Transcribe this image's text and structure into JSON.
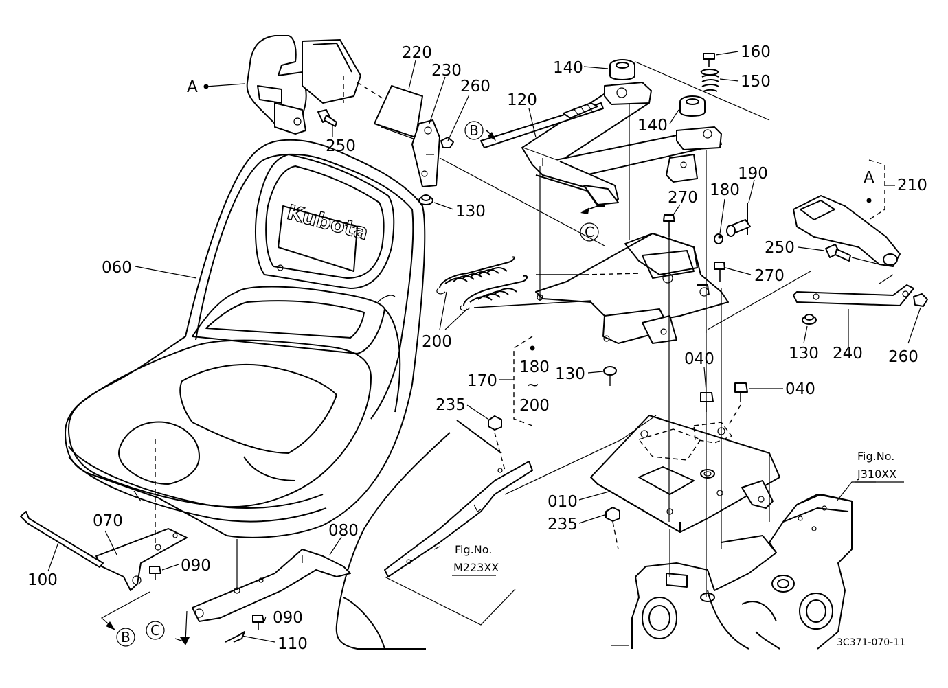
{
  "callouts": {
    "c010": "010",
    "c040a": "040",
    "c040b": "040",
    "c060": "060",
    "c070": "070",
    "c080": "080",
    "c090a": "090",
    "c090b": "090",
    "c100": "100",
    "c110": "110",
    "c120": "120",
    "c130a": "130",
    "c130b": "130",
    "c130c": "130",
    "c140a": "140",
    "c140b": "140",
    "c150": "150",
    "c160": "160",
    "c170": "170",
    "c180a": "180",
    "c180b": "180",
    "c190": "190",
    "c200a": "200",
    "c200b": "200",
    "c210": "210",
    "c220": "220",
    "c230": "230",
    "c235a": "235",
    "c235b": "235",
    "c240": "240",
    "c250a": "250",
    "c250b": "250",
    "c260a": "260",
    "c260b": "260",
    "c270a": "270",
    "c270b": "270",
    "tilde": "~"
  },
  "markers": {
    "a_left": "A",
    "a_right": "A",
    "b_top": "B",
    "b_bottom": "B",
    "c_top": "C",
    "c_bottom": "C"
  },
  "references": {
    "fig_m_label": "Fig.No.",
    "fig_m_code": "M223XX",
    "fig_j_label": "Fig.No.",
    "fig_j_code": "J310XX"
  },
  "seat_brand": "Kubota",
  "drawing_code": "3C371-070-11"
}
